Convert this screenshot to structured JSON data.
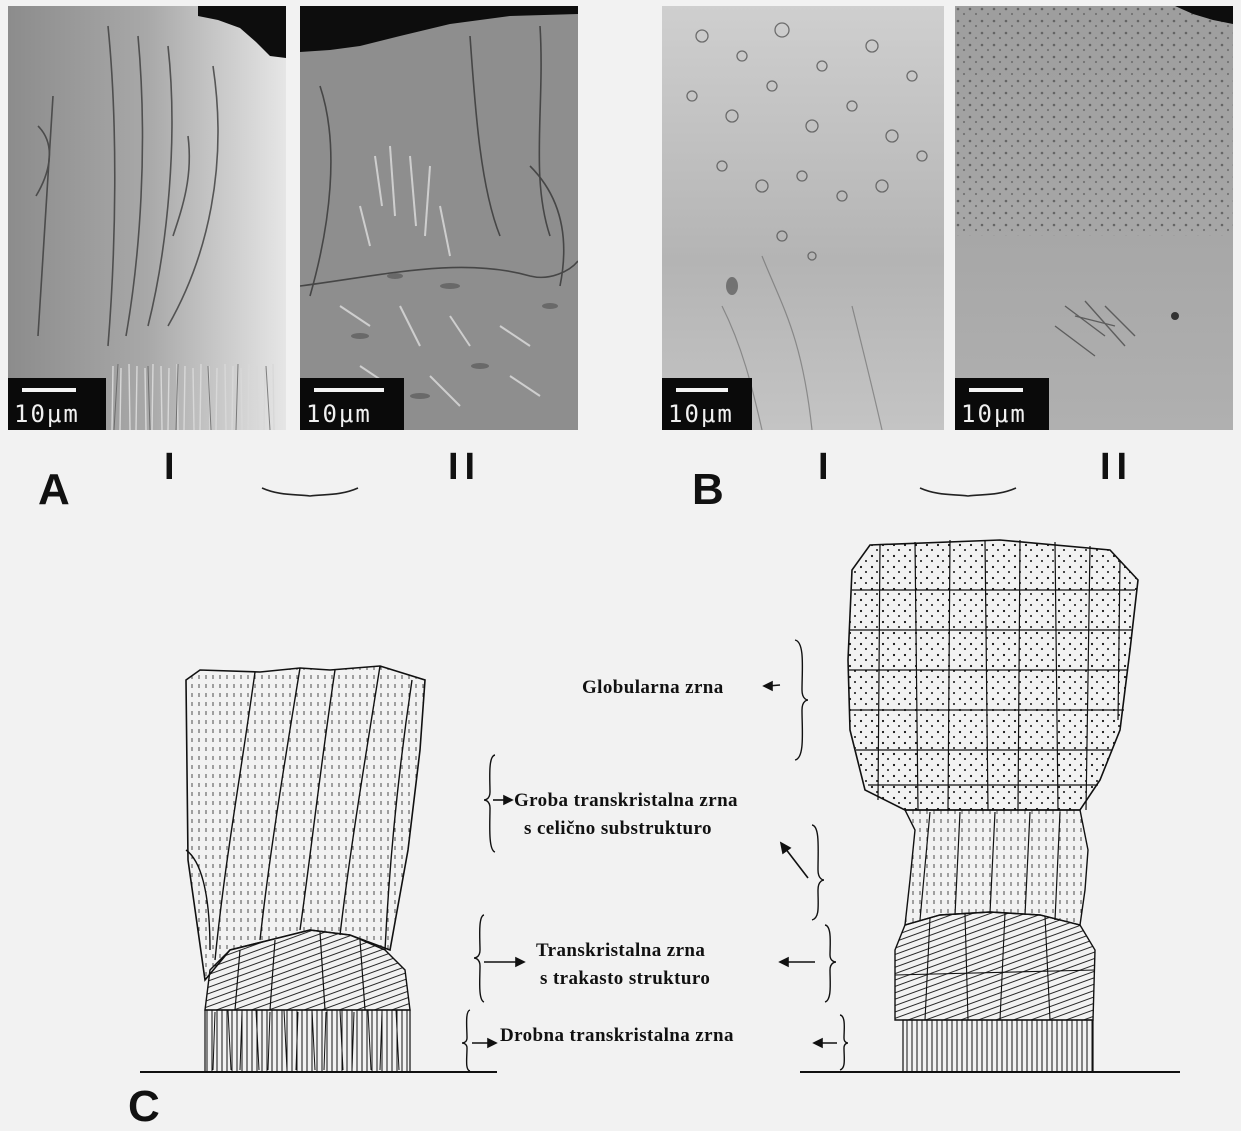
{
  "panels": {
    "A": {
      "label": "A",
      "left_label": "I",
      "right_label": "II",
      "scale_left": "10μm",
      "scale_right": "10μm"
    },
    "B": {
      "label": "B",
      "left_label": "I",
      "right_label": "II",
      "scale_left": "10μm",
      "scale_right": "10μm"
    },
    "C": {
      "label": "C"
    }
  },
  "annotations": {
    "globular": "Globularna zrna",
    "coarse_line1": "Groba transkristalna zrna",
    "coarse_line2": "s celično substrukturo",
    "banded_line1": "Transkristalna zrna",
    "banded_line2": "s trakasto strukturo",
    "fine": "Drobna transkristalna zrna"
  }
}
